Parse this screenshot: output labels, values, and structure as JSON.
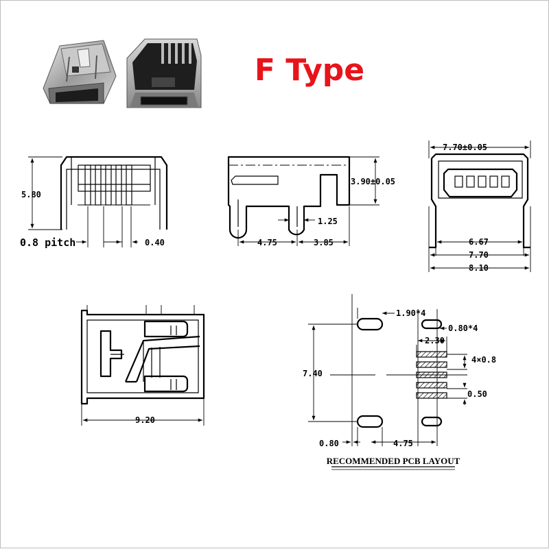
{
  "title": "F Type",
  "front_view": {
    "height": "5.80",
    "pitch_label": "0.8 pitch",
    "pin_width": "0.40"
  },
  "side_view": {
    "height": "3.90±0.05",
    "slot": "1.25",
    "pitch_a": "4.75",
    "pitch_b": "3.85"
  },
  "end_view": {
    "top_width": "7.70±0.05",
    "width_1": "6.67",
    "width_2": "7.70",
    "width_3": "8.10"
  },
  "top_view": {
    "length": "9.20"
  },
  "pcb_layout": {
    "caption": "RECOMMENDED PCB LAYOUT",
    "slot_size": "1.90*4",
    "slot_width": "0.80*4",
    "pad_length": "2.30",
    "pad_pitch": "4×0.8",
    "pad_width": "0.50",
    "height": "7.40",
    "left_offset": "0.80",
    "spacing": "4.75"
  }
}
